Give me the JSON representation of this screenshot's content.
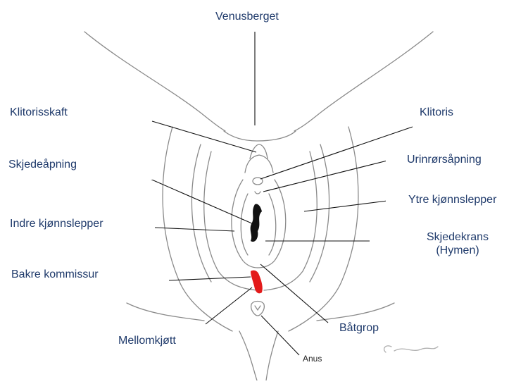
{
  "labels": {
    "venusberget": "Venusberget",
    "klitorisskaft": "Klitorisskaft",
    "klitoris": "Klitoris",
    "skjedeapning": "Skjedeåpning",
    "urinrorsapning": "Urinrørsåpning",
    "ytre_kjonnslepper": "Ytre kjønnslepper",
    "indre_kjonnslepper": "Indre kjønnslepper",
    "skjedekrans_line1": "Skjedekrans",
    "skjedekrans_line2": "(Hymen)",
    "bakre_kommissur": "Bakre kommissur",
    "batgrop": "Båtgrop",
    "mellomkjott": "Mellomkjøtt",
    "anus": "Anus"
  },
  "colors": {
    "label_text": "#1f3a6b",
    "outline": "#7a7a7a",
    "leader_line": "#111111",
    "vaginal_opening": "#111111",
    "posterior_commissure": "#e31b1b"
  }
}
